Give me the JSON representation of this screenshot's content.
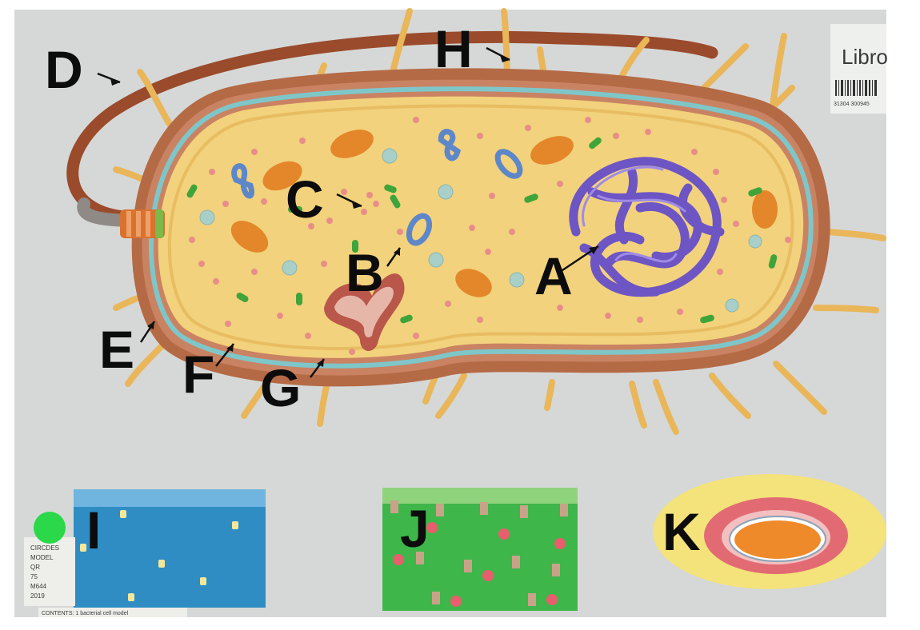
{
  "colors": {
    "board": "#d6d8d7",
    "outer_layer": "#b46a45",
    "membrane": "#7fc6c9",
    "cytoplasm": "#f2d27c",
    "pili": "#e9b65a",
    "flagellum": "#9a4b2c",
    "nucleoid": "#6e55c4",
    "plasmid": "#5d87c9",
    "granule": "#e3872a",
    "ribosome": "#e88e88",
    "green_body": "#3fa43a",
    "model_i": "#2f8dc4",
    "model_j": "#3fb64a",
    "model_k_outer": "#f4e27a"
  },
  "labels": {
    "A": "A",
    "B": "B",
    "C": "C",
    "D": "D",
    "E": "E",
    "F": "F",
    "G": "G",
    "H": "H",
    "I": "I",
    "J": "J",
    "K": "K"
  },
  "logo": {
    "text": "Libro",
    "barcode_number": "31304 300945"
  },
  "tag": {
    "lines": [
      "CIRCDES",
      "MODEL",
      "QR",
      "75",
      "M644",
      "2019"
    ],
    "contents": "CONTENTS: 1 bacterial cell model"
  }
}
